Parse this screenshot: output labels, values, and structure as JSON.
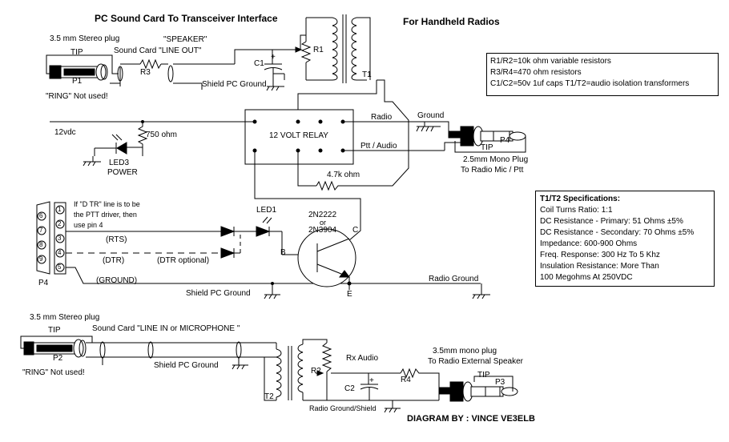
{
  "title": "PC Sound Card To Transceiver Interface",
  "subtitle": "For Handheld Radios",
  "credit": "DIAGRAM BY :  VINCE VE3ELB",
  "legend": [
    "R1/R2=10k ohm variable resistors",
    "R3/R4=470 ohm resistors",
    "C1/C2=50v 1uf caps      T1/T2=audio isolation transformers"
  ],
  "spec": {
    "heading": "T1/T2 Specifications:",
    "lines": [
      "Coil Turns Ratio: 1:1",
      "DC Resistance - Primary: 51 Ohms ±5%",
      "DC Resistance - Secondary: 70 Ohms ±5%",
      "Impedance: 600-900 Ohms",
      "Freq. Response: 300 Hz To 5 Khz",
      "Insulation Resistance: More Than",
      "100 Megohms At 250VDC"
    ]
  },
  "labels": {
    "p1_plug": "3.5 mm Stereo plug",
    "p1_tip": "TIP",
    "p1_speaker": "\"SPEAKER\"",
    "p1_lineout": "Sound Card \"LINE OUT\"",
    "p1": "P1",
    "r3": "R3",
    "p1_ring": "\"RING\" Not used!",
    "c1": "C1",
    "r1": "R1",
    "t1": "T1",
    "shield_pc_ground_top": "Shield  PC Ground",
    "v12": "12vdc",
    "r750": "750 ohm",
    "led3": "LED3",
    "power": "POWER",
    "relay": "12 VOLT RELAY",
    "radio": "Radio",
    "ptt_audio": "Ptt / Audio",
    "ground": "Ground",
    "r47k": "4.7k ohm",
    "p4_tip": "TIP",
    "p4": "P4",
    "mono_plug_25": "2.5mm Mono Plug",
    "to_radio_mic": "To Radio Mic / Ptt",
    "dtr_note": [
      "If \"D TR\" line is to be",
      "the PTT driver, then",
      "use pin 4"
    ],
    "pins": [
      "6",
      "7",
      "8",
      "9",
      "1",
      "2",
      "3",
      "4",
      "5"
    ],
    "rts": "(RTS)",
    "dtr": "(DTR)",
    "dtr_optional": "(DTR optional)",
    "ground_db9": "(GROUND)",
    "p4_db9": "P4",
    "led1": "LED1",
    "q_2222": "2N2222",
    "q_or": "or",
    "q_3904": "2N3904",
    "c": "C",
    "b": "B",
    "e": "E",
    "radio_ground": "Radio Ground",
    "shield_pc_ground_mid": "Shield  PC Ground",
    "p2_plug": "3.5 mm Stereo plug",
    "p2_tip": "TIP",
    "p2_linein": "Sound Card \"LINE IN  or  MICROPHONE \"",
    "p2": "P2",
    "p2_ring": "\"RING\" Not used!",
    "shield_pc_ground_bot": "Shield  PC Ground",
    "t2": "T2",
    "r2": "R2",
    "rx_audio": "Rx Audio",
    "c2": "C2",
    "r4": "R4",
    "mono_plug_35": "3.5mm mono plug",
    "to_ext_spk": "To Radio External Speaker",
    "p3_tip": "TIP",
    "p3": "P3",
    "radio_ground_shield": "Radio Ground/Shield",
    "c1_plus": "+",
    "c2_plus": "+"
  }
}
